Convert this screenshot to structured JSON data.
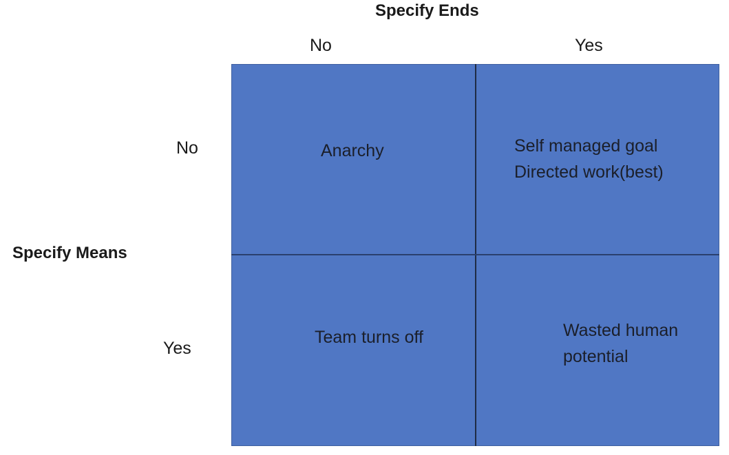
{
  "labels": {
    "top_title": "Specify Ends",
    "side_title": "Specify Means",
    "col_no": "No",
    "col_yes": "Yes",
    "row_no": "No",
    "row_yes": "Yes"
  },
  "cells": {
    "no_no": "Anarchy",
    "no_yes_line1": "Self managed goal",
    "no_yes_line2": "Directed work(best)",
    "yes_no": "Team turns off",
    "yes_yes_line1": "Wasted human",
    "yes_yes_line2": "potential"
  },
  "colors": {
    "cell_fill": "#5077c4",
    "divider": "#1f2b44"
  }
}
